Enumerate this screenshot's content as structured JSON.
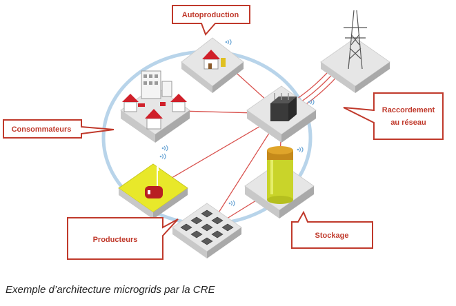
{
  "labels": {
    "autoproduction": "Autoproduction",
    "consommateurs": "Consommateurs",
    "raccordement_line1": "Raccordement",
    "raccordement_line2": "au réseau",
    "producteurs": "Producteurs",
    "stockage": "Stockage"
  },
  "caption": "Exemple d’architecture microgrids par la CRE",
  "colors": {
    "callout_border": "#c0392b",
    "callout_text": "#c0392b",
    "ring": "#b8d4ea",
    "power_line": "#d9534f",
    "platform_top": "#e6e6e6",
    "platform_side": "#b9b9b9",
    "field": "#e8e82a",
    "battery": "#c9d42a"
  },
  "icons": [
    "house-icon",
    "city-block-icon",
    "transformer-icon",
    "pylon-icon",
    "battery-icon",
    "wind-farm-icon",
    "solar-panel-icon",
    "wifi-signal-icon"
  ]
}
